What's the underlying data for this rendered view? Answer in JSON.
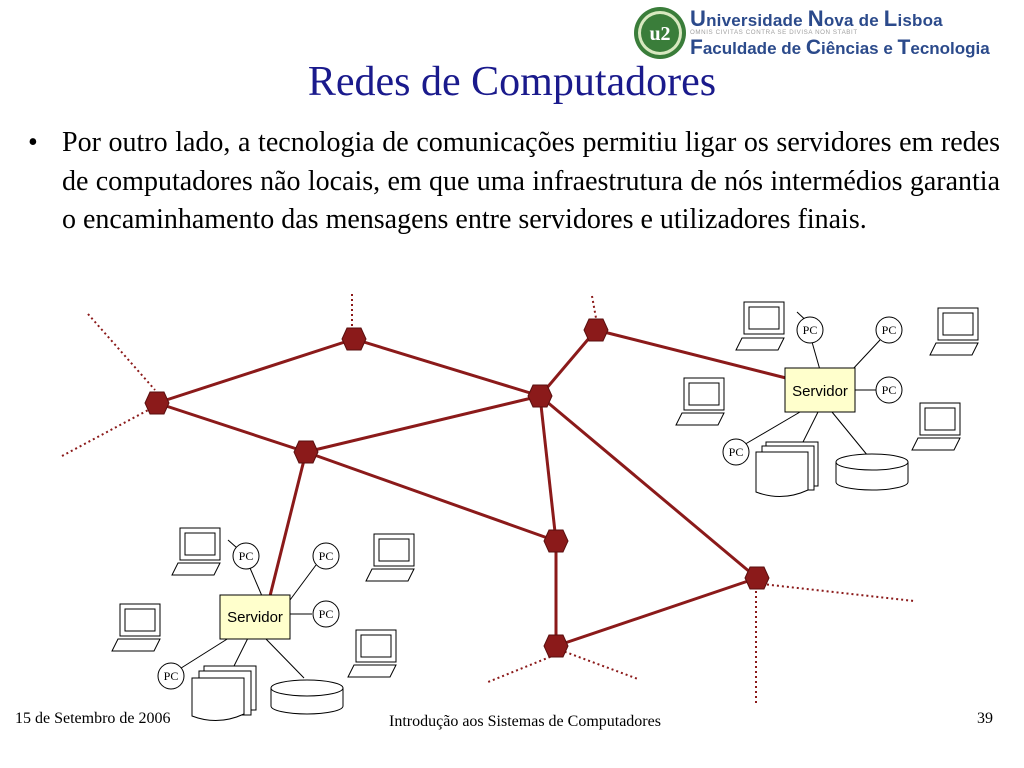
{
  "header": {
    "university_first_letter": "U",
    "university_rest": "niversidade ",
    "university_n": "N",
    "university_ova": "ova de ",
    "university_l": "L",
    "university_isboa": "isboa",
    "motto": "OMNIS CIVITAS CONTRA SE DIVISA NON STABIT",
    "faculty_f": "F",
    "faculty_aculdade": "aculdade de ",
    "faculty_c": "C",
    "faculty_iencias": "iências e ",
    "faculty_t": "T",
    "faculty_ecnologia": "ecnologia",
    "logo_emblem_text": "u2"
  },
  "slide": {
    "title": "Redes de Computadores",
    "bullet": "Por outro lado, a tecnologia de comunicações permitiu ligar os servidores em  redes de computadores não locais, em que uma infraestrutura de nós intermédios garantia o encaminhamento das mensagens entre servidores e utilizadores finais."
  },
  "diagram": {
    "pc_label": "PC",
    "server_label": "Servidor",
    "colors": {
      "link": "#8b1a1a",
      "node": "#8b1a1a",
      "server_fill": "#ffffcc"
    }
  },
  "footer": {
    "date": "15 de Setembro de 2006",
    "course": "Introdução aos Sistemas de Computadores",
    "page": "39"
  }
}
